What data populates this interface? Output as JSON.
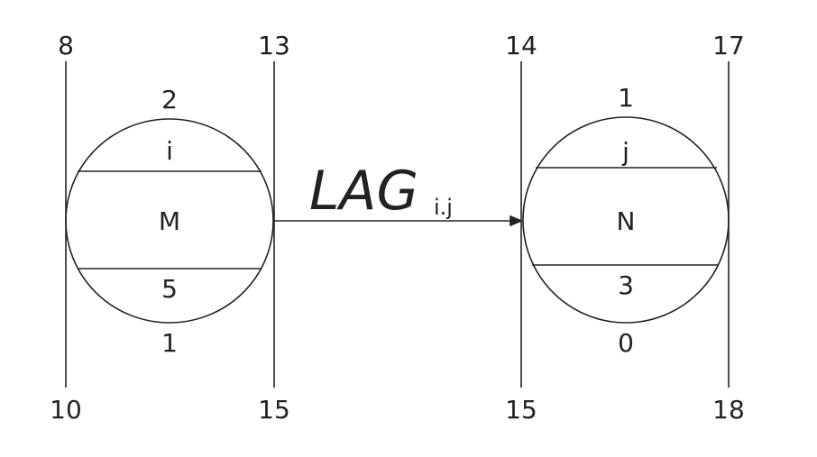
{
  "left_node": {
    "top_left": "8",
    "top_right": "13",
    "bottom_left": "10",
    "bottom_right": "15",
    "above": "2",
    "index": "i",
    "name": "M",
    "duration": "5",
    "below": "1"
  },
  "right_node": {
    "top_left": "14",
    "top_right": "17",
    "bottom_left": "15",
    "bottom_right": "18",
    "above": "1",
    "index": "j",
    "name": "N",
    "duration": "3",
    "below": "0"
  },
  "link": {
    "label": "LAG",
    "subscript": "i.j"
  }
}
